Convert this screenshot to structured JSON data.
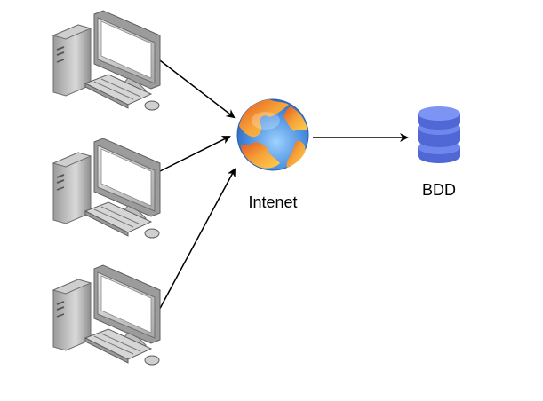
{
  "diagram": {
    "nodes": [
      {
        "id": "computer-1",
        "type": "desktop-computer-icon"
      },
      {
        "id": "computer-2",
        "type": "desktop-computer-icon"
      },
      {
        "id": "computer-3",
        "type": "desktop-computer-icon"
      },
      {
        "id": "internet",
        "type": "globe-icon",
        "label": "Intenet"
      },
      {
        "id": "database",
        "type": "database-icon",
        "label": "BDD"
      }
    ],
    "edges": [
      {
        "from": "computer-1",
        "to": "internet"
      },
      {
        "from": "computer-2",
        "to": "internet"
      },
      {
        "from": "computer-3",
        "to": "internet"
      },
      {
        "from": "internet",
        "to": "database"
      }
    ]
  },
  "colors": {
    "globe_ocean": "#3a7bd5",
    "globe_land": "#f2a630",
    "database": "#5b76e0",
    "computer_body": "#d7d7d7",
    "arrow": "#000000"
  }
}
